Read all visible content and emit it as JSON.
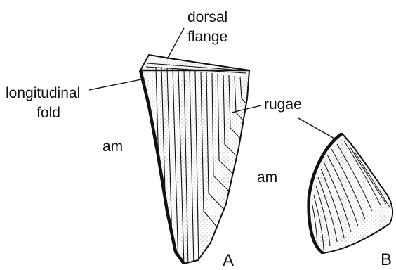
{
  "figure": {
    "labels": {
      "dorsal_flange_line1": "dorsal",
      "dorsal_flange_line2": "flange",
      "longitudinal_fold_line1": "longitudinal",
      "longitudinal_fold_line2": "fold",
      "rugae": "rugae",
      "am_left": "am",
      "am_right": "am",
      "panel_a": "A",
      "panel_b": "B"
    },
    "colors": {
      "ink": "#111111",
      "background": "#ffffff"
    }
  }
}
